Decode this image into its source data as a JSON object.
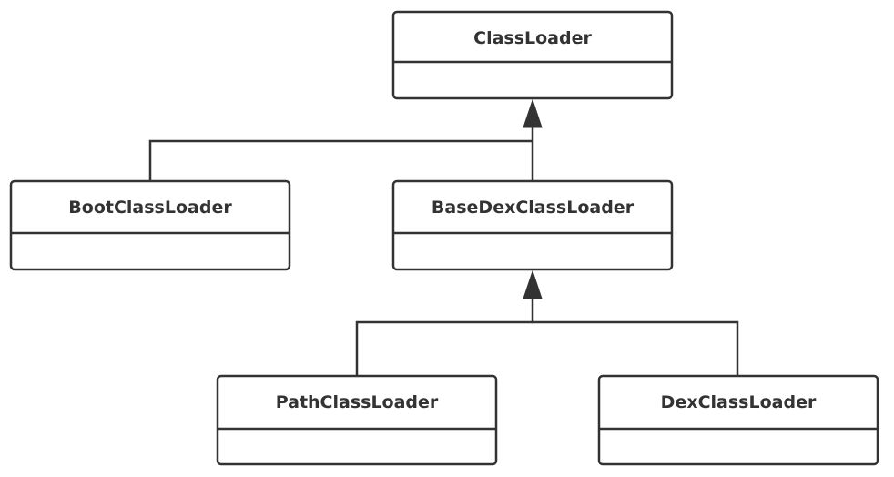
{
  "classes": {
    "classloader": {
      "name": "ClassLoader"
    },
    "bootclassloader": {
      "name": "BootClassLoader"
    },
    "basedexclassloader": {
      "name": "BaseDexClassLoader"
    },
    "pathclassloader": {
      "name": "PathClassLoader"
    },
    "dexclassloader": {
      "name": "DexClassLoader"
    }
  },
  "relations": [
    {
      "type": "inheritance",
      "child": "BootClassLoader",
      "parent": "ClassLoader"
    },
    {
      "type": "inheritance",
      "child": "BaseDexClassLoader",
      "parent": "ClassLoader"
    },
    {
      "type": "inheritance",
      "child": "PathClassLoader",
      "parent": "BaseDexClassLoader"
    },
    {
      "type": "inheritance",
      "child": "DexClassLoader",
      "parent": "BaseDexClassLoader"
    }
  ]
}
